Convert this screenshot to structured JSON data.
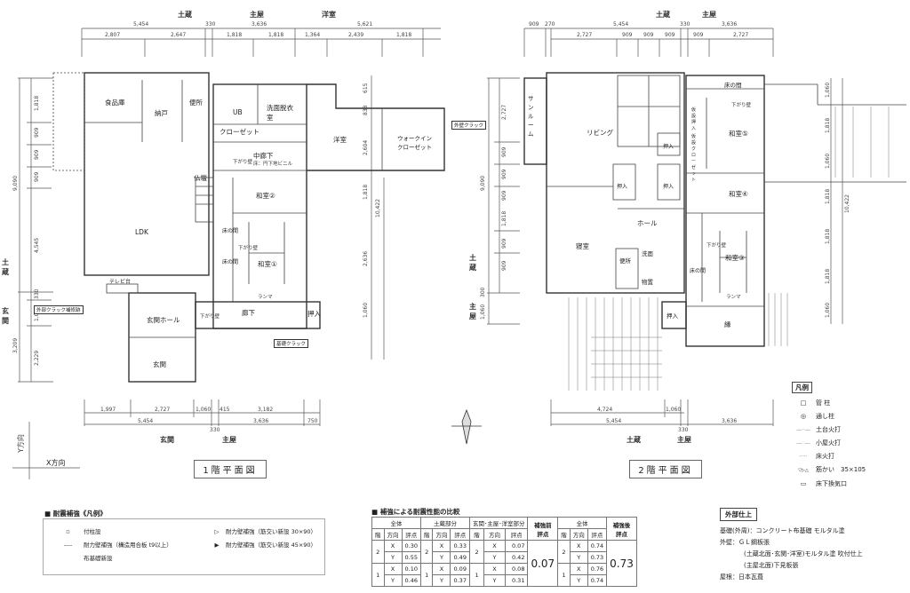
{
  "plan1": {
    "title": "1階平面図",
    "top_arrows": [
      "土蔵",
      "主屋",
      "洋室"
    ],
    "top_row1": [
      "5,454",
      "330",
      "3,636",
      "5,621"
    ],
    "top_row2": [
      "2,807",
      "2,647",
      "1,818",
      "1,818",
      "1,364",
      "2,439",
      "1,818"
    ],
    "left_dims": [
      "1,818",
      "909",
      "909",
      "909",
      "9,090",
      "4,545",
      "330",
      "1,060",
      "3,209",
      "2,229"
    ],
    "left_arrows": [
      "土蔵",
      "玄関"
    ],
    "right_dims": [
      "615",
      "838",
      "2,604",
      "1,818",
      "10,422",
      "2,636",
      "1,060"
    ],
    "bottom_row1": [
      "1,997",
      "2,727",
      "1,060",
      "415",
      "3,182"
    ],
    "bottom_row2": [
      "5,454",
      "330",
      "3,636",
      "750"
    ],
    "bottom_arrows": [
      "玄関",
      "主屋"
    ],
    "rooms": {
      "pantry": "食品庫",
      "storage": "納戸",
      "toilet": "便所",
      "ub": "UB",
      "washroom": "洗面脱衣室",
      "closet": "クローゼット",
      "corridor": "中廊下",
      "altar": "仏壇",
      "washitsu2": "和室②",
      "ldk": "LDK",
      "washitsu1": "和室①",
      "western": "洋室",
      "wic": "ウォークイン\nクローゼット",
      "tv": "テレビ台",
      "hall": "玄関ホール",
      "entrance": "玄関",
      "hallway": "廊下",
      "oshiire": "押入",
      "tokonoma1": "床の間",
      "tokonoma2": "床の間"
    },
    "notes": {
      "sagarikabe1": "下がり壁",
      "sagarikabe2": "下がり壁",
      "sagarikabe3": "下がり壁",
      "ranma": "ランマ",
      "finish": "床：円下地ビニル"
    },
    "tags": [
      "外壁クラック",
      "外部クラック補修跡",
      "基礎クラック"
    ],
    "axis": {
      "x": "X方向",
      "y": "Y方向"
    }
  },
  "plan2": {
    "title": "2階平面図",
    "top_arrows": [
      "土蔵",
      "主屋"
    ],
    "top_row1": [
      "909",
      "270",
      "5,454",
      "330",
      "3,636"
    ],
    "top_row2": [
      "2,727",
      "909",
      "909",
      "909",
      "909",
      "2,727"
    ],
    "left_dims": [
      "2,727",
      "909",
      "909",
      "909",
      "9,090",
      "1,818",
      "909",
      "909",
      "300",
      "1,060"
    ],
    "left_arrows": [
      "土蔵",
      "主屋"
    ],
    "right_dims": [
      "1,060",
      "1,818",
      "1,060",
      "1,818",
      "10,422",
      "1,818",
      "1,818",
      "1,060"
    ],
    "bottom_row1": [
      "4,724",
      "1,060"
    ],
    "bottom_row2": [
      "5,454",
      "330",
      "3,636"
    ],
    "bottom_arrows": [
      "土蔵",
      "主屋"
    ],
    "rooms": {
      "sunroom": "サンルーム",
      "living": "リビング",
      "oshiire1": "押入",
      "oshiire2": "押入",
      "oshiire3": "押入",
      "bedroom": "寝室",
      "hall": "ホール",
      "toilet": "便所",
      "wash": "洗面",
      "storage": "物置",
      "tokonoma": "床の間",
      "washitsu5": "和室⑤",
      "washitsu4": "和室④",
      "washitsu3": "和室③",
      "engawa": "縁",
      "oshiire4": "押入",
      "tokonoma2": "床の間",
      "kasetsu1": "仮設押入",
      "kasetsu2": "仮設クローゼット"
    },
    "notes": {
      "sagarikabe1": "下がり壁",
      "sagarikabe2": "下がり壁",
      "ranma": "ランマ"
    }
  },
  "legend": {
    "title": "凡例",
    "items": [
      {
        "symbol": "□",
        "label": "管 柱"
      },
      {
        "symbol": "◎",
        "label": "通し柱"
      },
      {
        "symbol": "—·—",
        "label": "土台火打"
      },
      {
        "symbol": "— —",
        "label": "小屋火打"
      },
      {
        "symbol": "-·-·",
        "label": "床火打"
      },
      {
        "symbol": "▽▷△",
        "label": "筋かい　35×105"
      },
      {
        "symbol": "▭",
        "label": "床下換気口"
      }
    ]
  },
  "exterior": {
    "title": "外部仕上",
    "lines": [
      "基礎(外周)：コンクリート布基礎 モルタル塗",
      "外壁：ＧＬ鋼板張",
      "(土蔵北面･玄関･洋室)モルタル塗 吹付仕上",
      "(主屋北面)下見板張",
      "屋根：日本瓦葺"
    ]
  },
  "reinforce_legend": {
    "title": "■ 耐震補強《凡例》",
    "items": [
      {
        "symbol": "▫",
        "label": "付柱設"
      },
      {
        "symbol": "----",
        "label": "耐力壁補強（構造用合板 t9以上）"
      },
      {
        "symbol": "",
        "label": "布基礎新設"
      },
      {
        "symbol": "▷",
        "label": "耐力壁補強（筋交い新設 30×90）"
      },
      {
        "symbol": "▶",
        "label": "耐力壁補強（筋交い新設 45×90）"
      }
    ]
  },
  "comparison": {
    "title": "■ 補強による耐震性能の比較",
    "groups": [
      "全体",
      "土蔵部分",
      "玄関･主屋･洋室部分",
      "補強前\n評点",
      "全体",
      "補強後\n評点"
    ],
    "subheaders": [
      "階",
      "方向",
      "評点"
    ],
    "before_total": [
      [
        "2",
        "X",
        "0.30"
      ],
      [
        "2",
        "Y",
        "0.55"
      ],
      [
        "1",
        "X",
        "0.10"
      ],
      [
        "1",
        "Y",
        "0.46"
      ]
    ],
    "dozo": [
      [
        "2",
        "X",
        "0.33"
      ],
      [
        "2",
        "Y",
        "0.49"
      ],
      [
        "1",
        "X",
        "0.09"
      ],
      [
        "1",
        "Y",
        "0.37"
      ]
    ],
    "main": [
      [
        "2",
        "X",
        "0.07"
      ],
      [
        "2",
        "Y",
        "0.42"
      ],
      [
        "1",
        "X",
        "0.08"
      ],
      [
        "1",
        "Y",
        "0.31"
      ]
    ],
    "before_score": "0.07",
    "after_total": [
      [
        "2",
        "X",
        "0.74"
      ],
      [
        "2",
        "Y",
        "0.73"
      ],
      [
        "1",
        "X",
        "0.76"
      ],
      [
        "1",
        "Y",
        "0.74"
      ]
    ],
    "after_score": "0.73"
  }
}
